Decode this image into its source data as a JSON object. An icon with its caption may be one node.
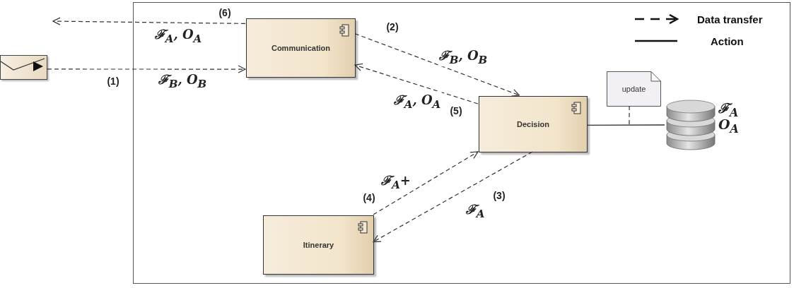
{
  "diagram": {
    "nodes": [
      {
        "text": [],
        "shape": "box"
      },
      {
        "text": [
          "Communication"
        ],
        "in": 0
      },
      {
        "text": [
          "Decision"
        ],
        "in": 0
      },
      {
        "text": [
          "Itinerary"
        ],
        "in": 0
      },
      {
        "text": [],
        "shape": "box"
      },
      {
        "text": [
          "update"
        ],
        "in": 0
      },
      {
        "text": [],
        "shape": "cylinder",
        "in": 0,
        "beside": [
          "ℱ$_{A}$",
          "O$_{A}$"
        ]
      }
    ],
    "edges": [
      {
        "from": 1,
        "to": null,
        "arrow": "to",
        "style": "dashed",
        "label": "ℱ$_{A}$, O$_{A}$"
      },
      {
        "from": 4,
        "to": 1,
        "arrow": "to",
        "style": "dashed",
        "label": "ℱ$_{B}$, O$_{B}$"
      },
      {
        "from": 1,
        "to": 2,
        "arrow": "to",
        "style": "dashed",
        "label": "ℱ$_{B}$, O$_{B}$"
      },
      {
        "from": 2,
        "to": 1,
        "arrow": "to",
        "style": "dashed",
        "label": "ℱ$_{A}$, O$_{A}$"
      },
      {
        "from": 2,
        "to": 3,
        "arrow": "to",
        "style": "dashed",
        "label": "ℱ$_{A}$"
      },
      {
        "from": 3,
        "to": 2,
        "arrow": "to",
        "style": "dashed",
        "label": "ℱ$_{A}$+"
      },
      {
        "from": 2,
        "to": 6,
        "arrow": "none"
      },
      {
        "from": 5,
        "to": null,
        "arrow": "none",
        "style": "dashed"
      }
    ],
    "labels": [
      "(6)",
      "(2)",
      "(1)",
      "(5)",
      "(4)",
      "(3)"
    ],
    "legend": [
      {
        "text": "Data transfer"
      },
      {
        "text": "Action"
      }
    ]
  }
}
